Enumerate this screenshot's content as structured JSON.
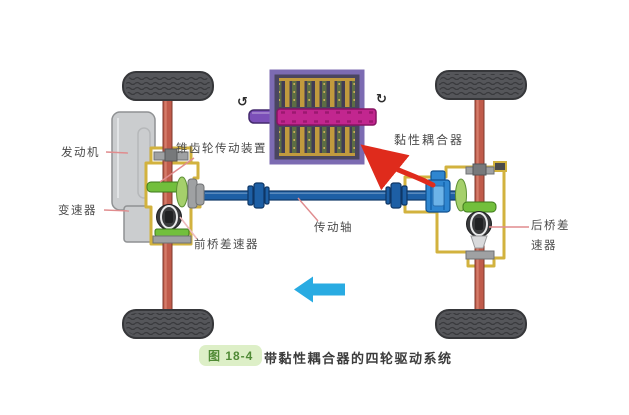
{
  "figure_caption": {
    "badge": "图 18-4",
    "title": "带黏性耦合器的四轮驱动系统"
  },
  "labels": {
    "engine": "发动机",
    "transmission": "变速器",
    "bevel_gear_drive": "锥齿轮传动装置",
    "front_differential": "前桥差速器",
    "drive_shaft": "传动轴",
    "viscous_coupling": "黏性耦合器",
    "rear_differential": "后桥差速器"
  },
  "icons": {
    "rotation_left": "↺",
    "rotation_right": "↻"
  },
  "colors": {
    "tire": "#55565a",
    "tire_edge": "#36373a",
    "axle": "#c05b4b",
    "axle_edge": "#7e3a2c",
    "engine": "#cbcdcf",
    "engine_edge": "#8f9193",
    "housing": "#d2b23e",
    "shaft_blue": "#1d5fa5",
    "shaft_edge": "#0f3766",
    "coupling_blue": "#2f86d0",
    "gear_green": "#72bf3c",
    "gear_green_light": "#a5d06b",
    "magenta": "#c2268f",
    "purple_border": "#7c6bb2",
    "purple_shaft": "#7b4fb8",
    "inset_bg": "#4a4560",
    "arrow_red": "#df2b1c",
    "arrow_cyan": "#29abe2",
    "pointer": "#e08c8e",
    "label_text": "#4b4b4b",
    "badge_bg": "#ddefc7",
    "badge_text": "#4f8a35",
    "caption_text": "#3c3c3c"
  }
}
